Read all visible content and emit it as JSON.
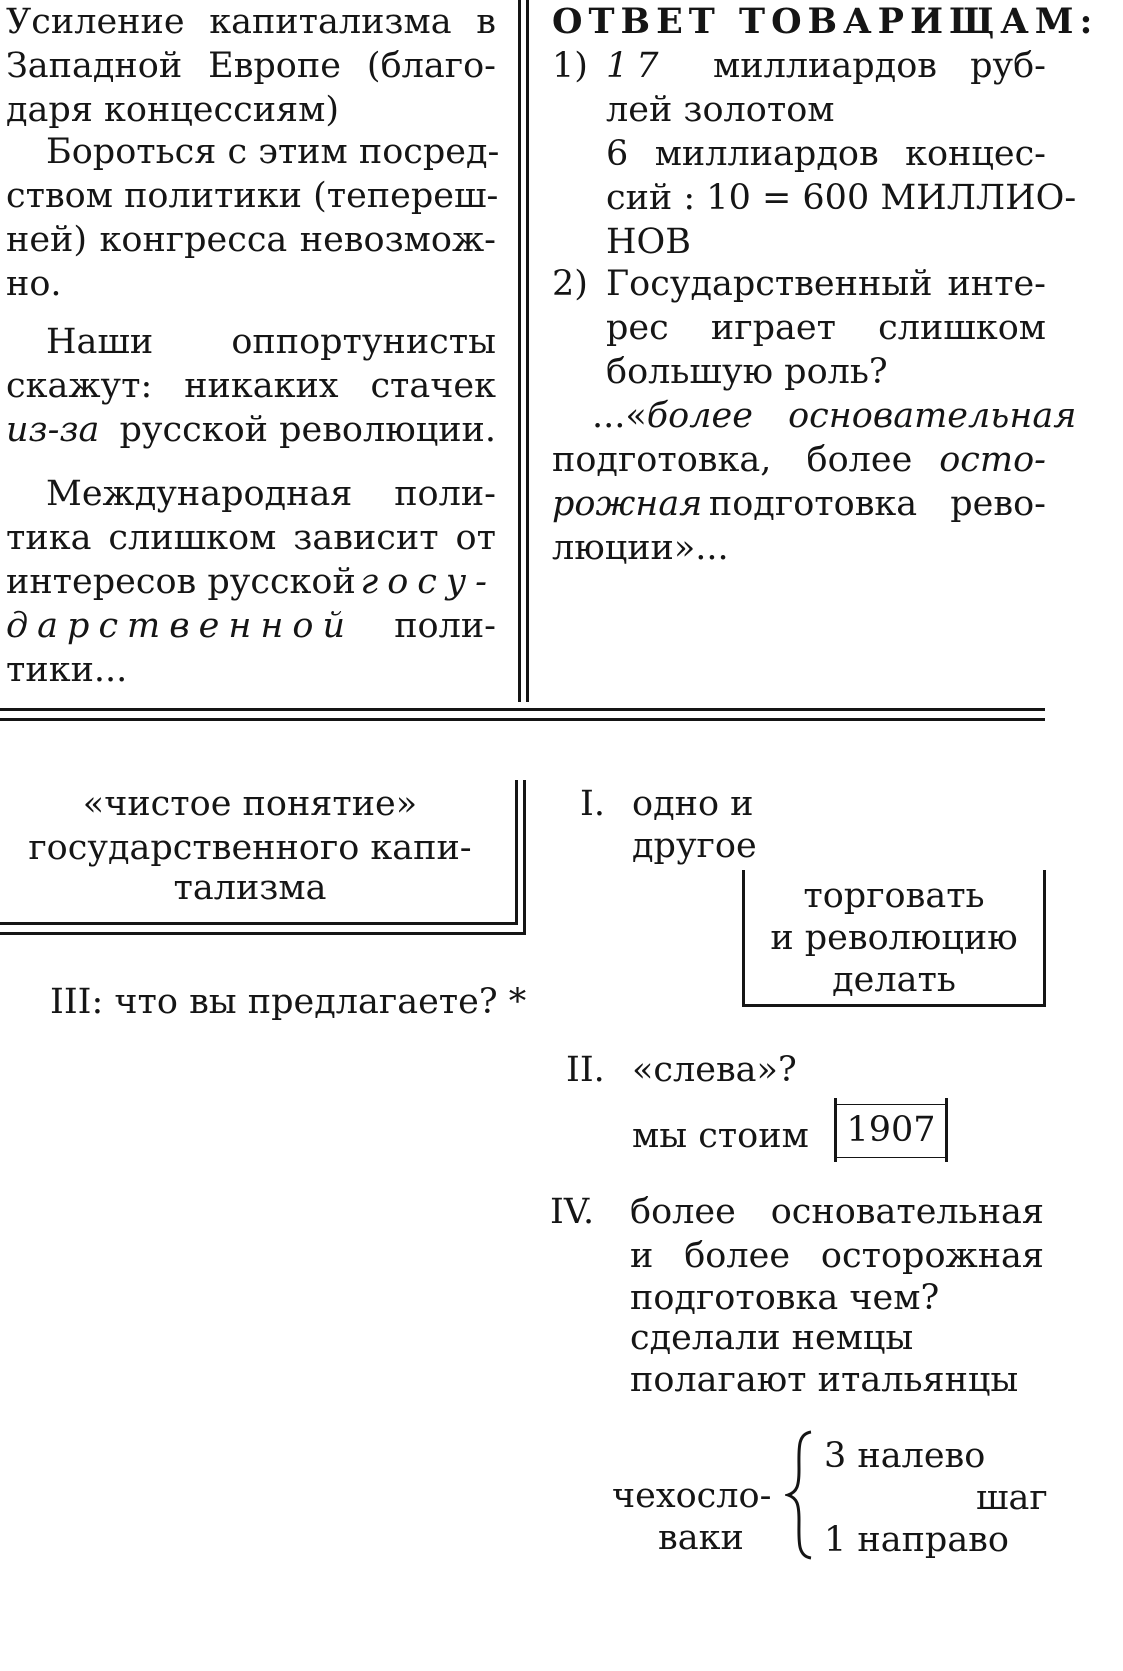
{
  "left_top": {
    "p1": [
      "Усиление капитализма в",
      "Западной Европе (благо-",
      "даря концессиям)"
    ],
    "p2": [
      "Бороться с этим посред-",
      "ством политики (тепереш-",
      "ней) конгресса невозмож-",
      "но."
    ],
    "p3": [
      "Наши оппортунисты",
      "скажут: никаких стачек",
      "из-за",
      "русской революции."
    ],
    "p4": [
      "Международная поли-",
      "тика слишком зависит от",
      "интересов русской",
      "госу-",
      "дарственной",
      "поли-",
      "тики..."
    ]
  },
  "right_top": {
    "heading": "ОТВЕТ ТОВАРИЩАМ:",
    "item1_num": "1)",
    "item1": [
      "17",
      "миллиардов руб-",
      "лей золотом",
      "6 миллиардов концес-",
      "сий : 10 = 600 МИЛЛИО-",
      "НОВ"
    ],
    "item2_num": "2)",
    "item2": [
      "Государственный инте-",
      "рес играет слишком",
      "большую роль?"
    ],
    "quote": [
      "...«",
      "более основательная",
      "подготовка, более",
      "осто-",
      "рожная",
      "подготовка рево-",
      "люции»..."
    ]
  },
  "bottom_left": {
    "boxed": [
      "«чистое понятие»",
      "государственного капи-",
      "тализма"
    ],
    "q3": "III: что вы предлагаете? *"
  },
  "bottom_right": {
    "i_num": "I.",
    "i_text": [
      "одно и",
      "другое"
    ],
    "box": [
      "торговать",
      "и революцию",
      "делать"
    ],
    "ii_num": "II.",
    "ii_text": "«слева»?",
    "stand": "мы стоим",
    "year": "1907",
    "iv_num": "IV.",
    "iv_text": [
      "более основательная",
      "и более осторожная",
      "подготовка чем?",
      "сделали немцы",
      "полагают итальянцы"
    ],
    "czech": [
      "чехосло-",
      "ваки"
    ],
    "steps": [
      "3 налево",
      "шаг",
      "1 направо"
    ]
  }
}
